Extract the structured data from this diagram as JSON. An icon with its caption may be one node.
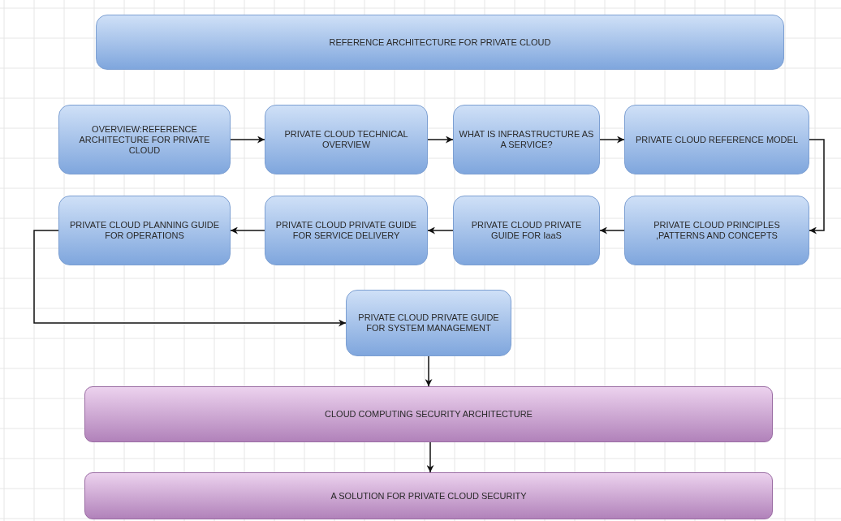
{
  "diagram": {
    "nodes": [
      {
        "text": [
          "REFERENCE ARCHITECTURE FOR PRIVATE CLOUD"
        ]
      },
      {
        "text": [
          "OVERVIEW:REFERENCE ARCHITECTURE FOR PRIVATE CLOUD"
        ]
      },
      {
        "text": [
          "PRIVATE CLOUD TECHNICAL OVERVIEW"
        ]
      },
      {
        "text": [
          "WHAT IS INFRASTRUCTURE AS A SERVICE?"
        ]
      },
      {
        "text": [
          "PRIVATE CLOUD REFERENCE MODEL"
        ]
      },
      {
        "text": [
          "PRIVATE CLOUD PRINCIPLES ,PATTERNS AND CONCEPTS"
        ]
      },
      {
        "text": [
          "PRIVATE CLOUD PRIVATE GUIDE FOR IaaS"
        ]
      },
      {
        "text": [
          "PRIVATE CLOUD PRIVATE GUIDE FOR SERVICE DELIVERY"
        ]
      },
      {
        "text": [
          "PRIVATE CLOUD PLANNING GUIDE FOR OPERATIONS"
        ]
      },
      {
        "text": [
          "PRIVATE CLOUD PRIVATE GUIDE FOR SYSTEM MANAGEMENT"
        ]
      },
      {
        "text": [
          "CLOUD COMPUTING SECURITY ARCHITECTURE"
        ]
      },
      {
        "text": [
          "A SOLUTION FOR PRIVATE CLOUD SECURITY"
        ]
      }
    ],
    "edges": [
      {
        "from": 1,
        "to": 2,
        "arrow": "to"
      },
      {
        "from": 2,
        "to": 3,
        "arrow": "to"
      },
      {
        "from": 3,
        "to": 4,
        "arrow": "to"
      },
      {
        "from": 4,
        "to": 5,
        "arrow": "to"
      },
      {
        "from": 5,
        "to": 6,
        "arrow": "to"
      },
      {
        "from": 6,
        "to": 7,
        "arrow": "to"
      },
      {
        "from": 7,
        "to": 8,
        "arrow": "to"
      },
      {
        "from": 8,
        "to": 9,
        "arrow": "to"
      },
      {
        "from": 9,
        "to": 10,
        "arrow": "to"
      },
      {
        "from": 10,
        "to": 11,
        "arrow": "to"
      }
    ]
  }
}
